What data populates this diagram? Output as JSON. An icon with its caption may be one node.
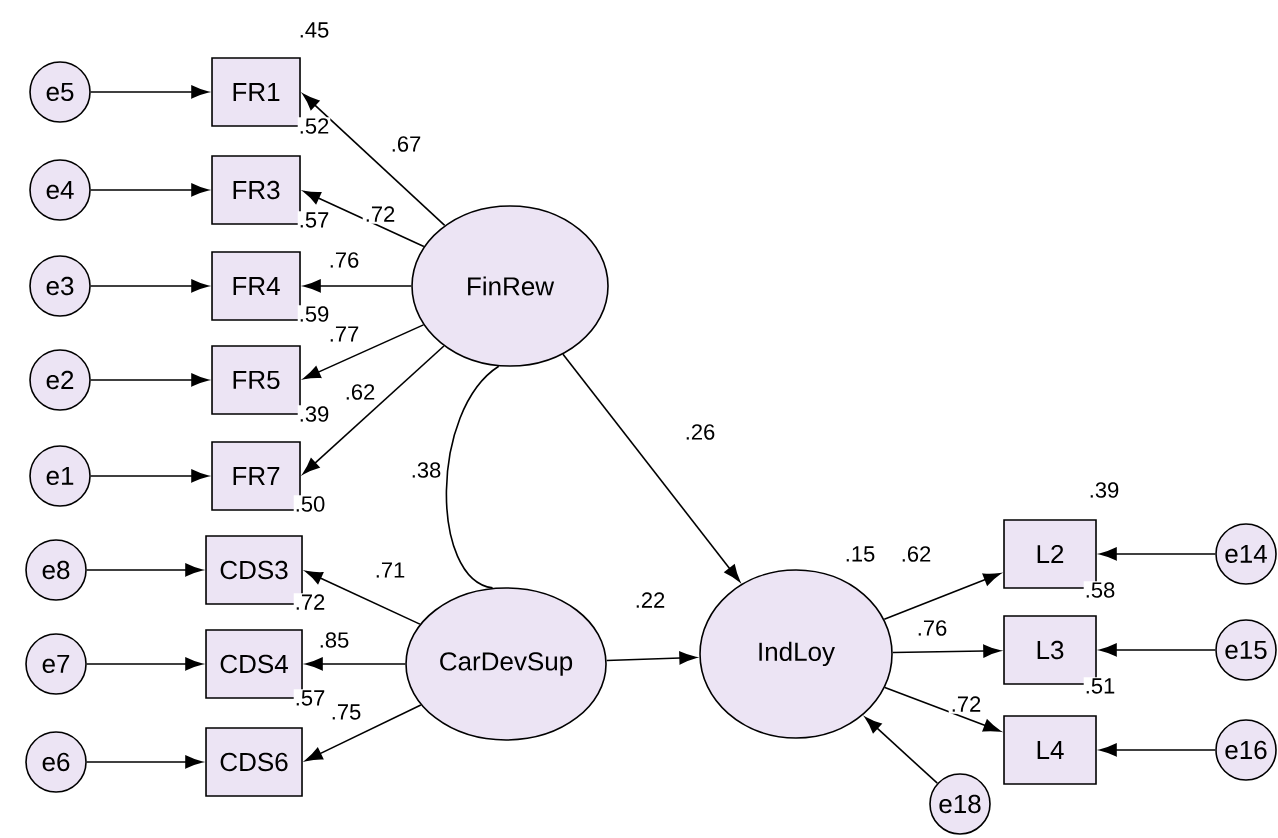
{
  "diagram": {
    "nodes": [
      {
        "text": [
          "e5"
        ]
      },
      {
        "text": [
          "FR1"
        ]
      },
      {
        "text": [
          "e4"
        ]
      },
      {
        "text": [
          "FR3"
        ]
      },
      {
        "text": [
          "e3"
        ]
      },
      {
        "text": [
          "FR4"
        ]
      },
      {
        "text": [
          "e2"
        ]
      },
      {
        "text": [
          "FR5"
        ]
      },
      {
        "text": [
          "e1"
        ]
      },
      {
        "text": [
          "FR7"
        ]
      },
      {
        "text": [
          "e8"
        ]
      },
      {
        "text": [
          "CDS3"
        ]
      },
      {
        "text": [
          "e7"
        ]
      },
      {
        "text": [
          "CDS4"
        ]
      },
      {
        "text": [
          "e6"
        ]
      },
      {
        "text": [
          "CDS6"
        ]
      },
      {
        "text": [
          "FinRew"
        ]
      },
      {
        "text": [
          "CarDevSup"
        ]
      },
      {
        "text": [
          "IndLoy"
        ],
        "beside": [
          ".15"
        ]
      },
      {
        "text": [
          "L2"
        ]
      },
      {
        "text": [
          "L3"
        ]
      },
      {
        "text": [
          "L4"
        ]
      },
      {
        "text": [
          "e14"
        ]
      },
      {
        "text": [
          "e15"
        ]
      },
      {
        "text": [
          "e16"
        ]
      },
      {
        "text": [
          "e18"
        ]
      }
    ],
    "edges": [
      {
        "from": 0,
        "to": 1,
        "arrow": "to"
      },
      {
        "from": 2,
        "to": 3,
        "arrow": "to"
      },
      {
        "from": 4,
        "to": 5,
        "arrow": "to"
      },
      {
        "from": 6,
        "to": 7,
        "arrow": "to"
      },
      {
        "from": 8,
        "to": 9,
        "arrow": "to"
      },
      {
        "from": 10,
        "to": 11,
        "arrow": "to"
      },
      {
        "from": 12,
        "to": 13,
        "arrow": "to"
      },
      {
        "from": 14,
        "to": 15,
        "arrow": "to"
      },
      {
        "from": 16,
        "to": 1,
        "arrow": "to",
        "label": ".67"
      },
      {
        "from": 16,
        "to": 3,
        "arrow": "to",
        "label": ".72"
      },
      {
        "from": 16,
        "to": 5,
        "arrow": "to",
        "label": ".76"
      },
      {
        "from": 16,
        "to": 7,
        "arrow": "to",
        "label": ".77"
      },
      {
        "from": 16,
        "to": 9,
        "arrow": "to",
        "label": ".62"
      },
      {
        "from": 17,
        "to": 11,
        "arrow": "to",
        "label": ".71"
      },
      {
        "from": 17,
        "to": 13,
        "arrow": "to",
        "label": ".85"
      },
      {
        "from": 17,
        "to": 15,
        "arrow": "to",
        "label": ".75"
      },
      {
        "from": 16,
        "to": 17,
        "arrow": "none",
        "label": ".38"
      },
      {
        "from": 16,
        "to": 18,
        "arrow": "to",
        "label": ".26"
      },
      {
        "from": 17,
        "to": 18,
        "arrow": "to",
        "label": ".22"
      },
      {
        "from": 18,
        "to": 19,
        "arrow": "to",
        "label": ".62"
      },
      {
        "from": 18,
        "to": 20,
        "arrow": "to",
        "label": ".76"
      },
      {
        "from": 18,
        "to": 21,
        "arrow": "to",
        "label": ".72"
      },
      {
        "from": 22,
        "to": 19,
        "arrow": "to"
      },
      {
        "from": 23,
        "to": 20,
        "arrow": "to"
      },
      {
        "from": 24,
        "to": 21,
        "arrow": "to"
      },
      {
        "from": 25,
        "to": 18,
        "arrow": "to"
      }
    ],
    "labels": [
      ".45",
      ".52",
      ".57",
      ".59",
      ".39",
      ".39",
      ".50",
      ".58",
      ".72",
      ".51",
      ".57"
    ]
  }
}
